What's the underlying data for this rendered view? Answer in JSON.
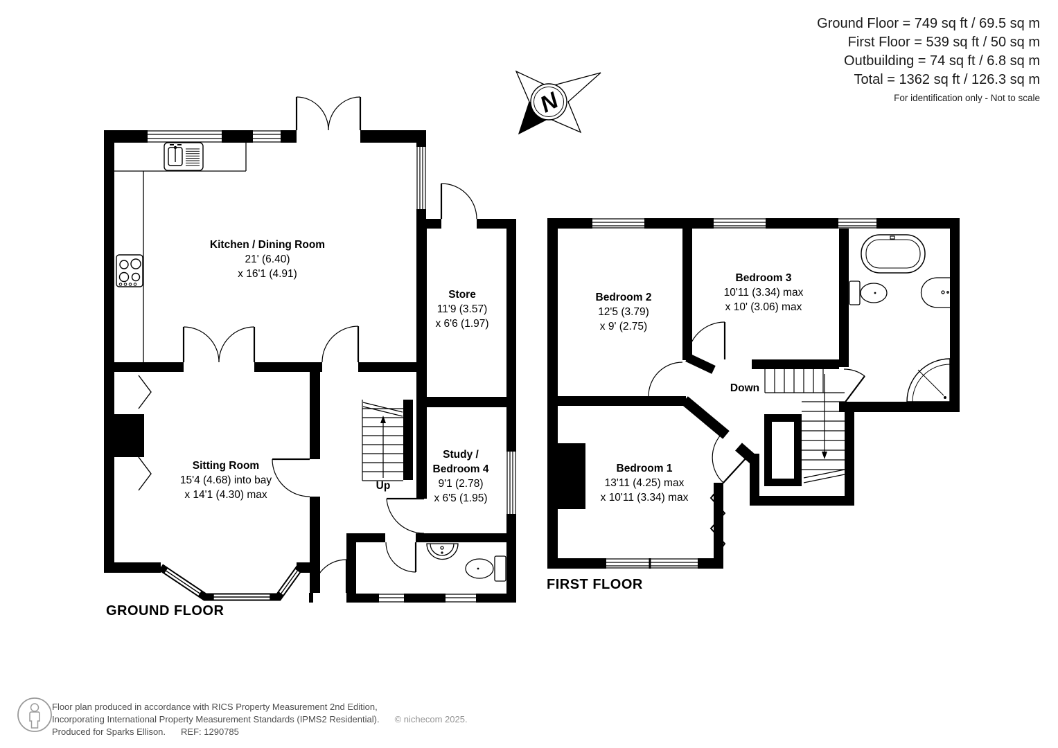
{
  "summary": {
    "lines": [
      "Ground Floor = 749 sq ft / 69.5 sq m",
      "First Floor = 539 sq ft / 50 sq m",
      "Outbuilding = 74 sq ft / 6.8 sq m",
      "Total = 1362 sq ft / 126.3 sq m"
    ],
    "disclaimer": "For identification only - Not to scale"
  },
  "compass": {
    "label": "N"
  },
  "ground_floor": {
    "title": "GROUND FLOOR",
    "stairs_label": "Up",
    "rooms": {
      "kitchen": {
        "name": "Kitchen / Dining Room",
        "dim1": "21' (6.40)",
        "dim2": "x 16'1 (4.91)"
      },
      "store": {
        "name": "Store",
        "dim1": "11'9 (3.57)",
        "dim2": "x 6'6 (1.97)"
      },
      "sitting_room": {
        "name": "Sitting Room",
        "dim1": "15'4 (4.68) into bay",
        "dim2": "x 14'1 (4.30) max"
      },
      "study": {
        "name_line1": "Study /",
        "name_line2": "Bedroom 4",
        "dim1": "9'1 (2.78)",
        "dim2": "x 6'5 (1.95)"
      }
    }
  },
  "first_floor": {
    "title": "FIRST FLOOR",
    "stairs_label": "Down",
    "rooms": {
      "bedroom1": {
        "name": "Bedroom 1",
        "dim1": "13'11 (4.25) max",
        "dim2": "x 10'11 (3.34) max"
      },
      "bedroom2": {
        "name": "Bedroom 2",
        "dim1": "12'5 (3.79)",
        "dim2": "x 9' (2.75)"
      },
      "bedroom3": {
        "name": "Bedroom 3",
        "dim1": "10'11 (3.34) max",
        "dim2": "x 10' (3.06) max"
      }
    }
  },
  "footer": {
    "line1": "Floor plan produced in accordance with RICS Property Measurement 2nd Edition,",
    "line2": "Incorporating International Property Measurement Standards (IPMS2 Residential).",
    "credit": "© nichecom 2025.",
    "line3": "Produced for Sparks Ellison.",
    "ref": "REF: 1290785"
  },
  "colors": {
    "walls": "#000000",
    "text": "#000000",
    "footer_text": "#4d4d4d",
    "credit_text": "#949494"
  }
}
